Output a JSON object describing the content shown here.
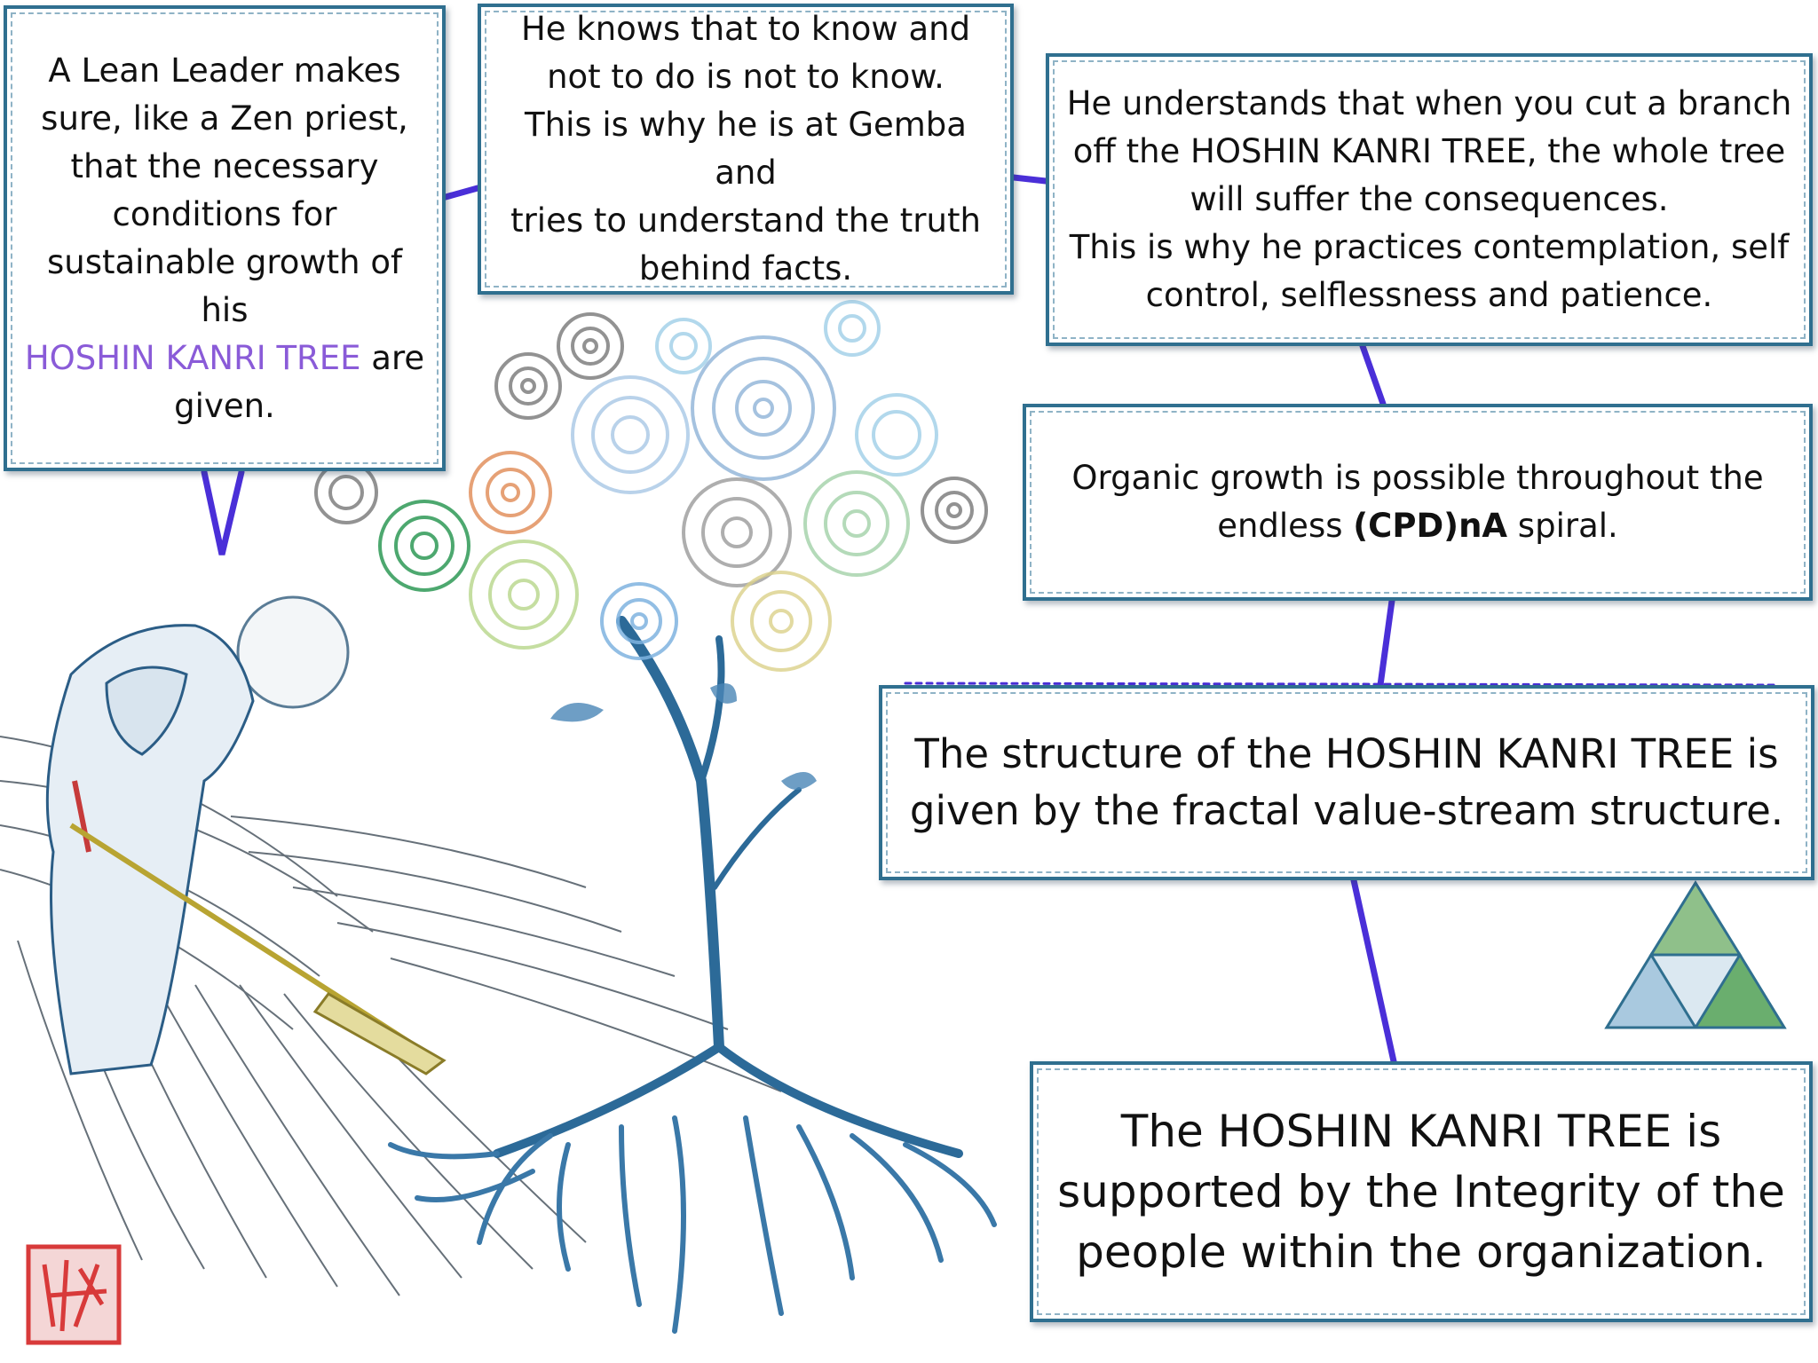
{
  "boxes": {
    "leader": {
      "lines": [
        "A Lean Leader makes",
        "sure, like a Zen priest,",
        "that the necessary",
        "conditions for",
        "sustainable growth of his"
      ],
      "highlight": "HOSHIN KANRI TREE",
      "after_highlight": " are",
      "last_line": "given."
    },
    "gemba": {
      "lines": [
        "He knows that to know and",
        "not to do is not to know.",
        "This is why he is at Gemba and",
        "tries to understand the truth",
        "behind facts."
      ]
    },
    "branch": {
      "lines": [
        "He understands that when you cut a branch",
        "off the HOSHIN KANRI TREE, the whole tree",
        "will suffer the consequences.",
        "This is why he practices contemplation, self",
        "control, selflessness and patience."
      ]
    },
    "organic": {
      "line1": "Organic growth is possible throughout the",
      "prefix": "endless ",
      "bold": "(CPD)nA",
      "suffix": " spiral."
    },
    "structure": {
      "lines": [
        "The structure of the HOSHIN KANRI TREE is",
        "given by the fractal value-stream structure."
      ]
    },
    "integrity": {
      "lines": [
        "The HOSHIN KANRI TREE is",
        "supported by the Integrity of the",
        "people within the organization."
      ]
    }
  },
  "colors": {
    "box_border": "#2f6f8f",
    "connector": "#4a2fd8",
    "highlight_text": "#8a5bd8",
    "tree_trunk": "#2c6a98",
    "seal": "#d83a3a"
  }
}
